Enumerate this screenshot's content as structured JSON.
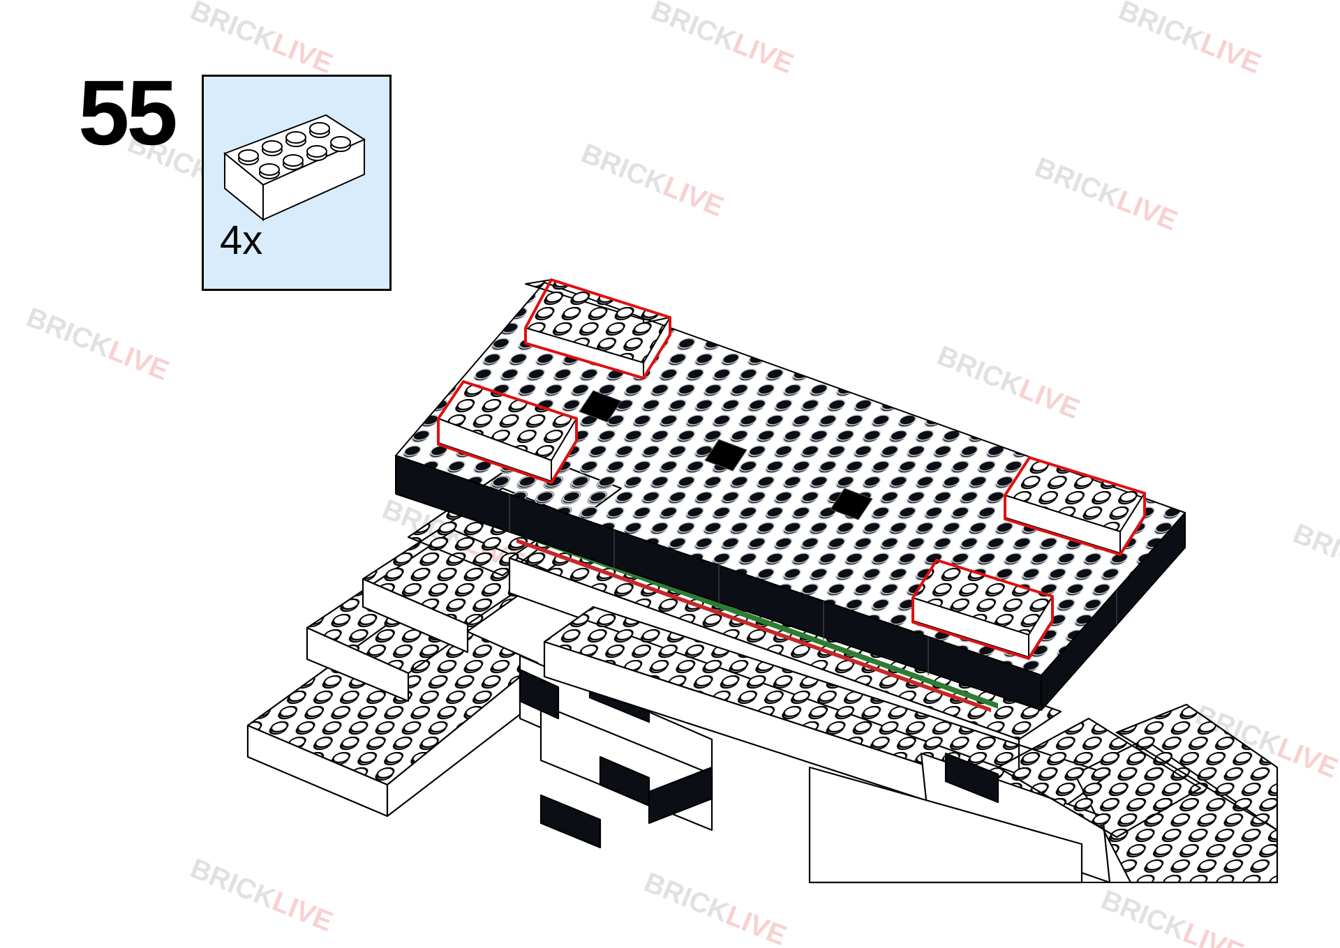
{
  "step": {
    "number": "55"
  },
  "parts_callout": {
    "quantity": "4x",
    "part": {
      "type": "2x4 brick",
      "color": "#ffffff"
    }
  },
  "watermark": {
    "text_1": "BRICK",
    "text_2": "LIVE",
    "color_1": "#9a9a9a",
    "color_2": "#e03030"
  },
  "colors": {
    "highlight_outline": "#e01010",
    "callout_background": "#d8ecfb",
    "plate_black": "#0b0e14",
    "brick_white": "#ffffff",
    "accent_green": "#2e7d32",
    "accent_red": "#c62828"
  }
}
